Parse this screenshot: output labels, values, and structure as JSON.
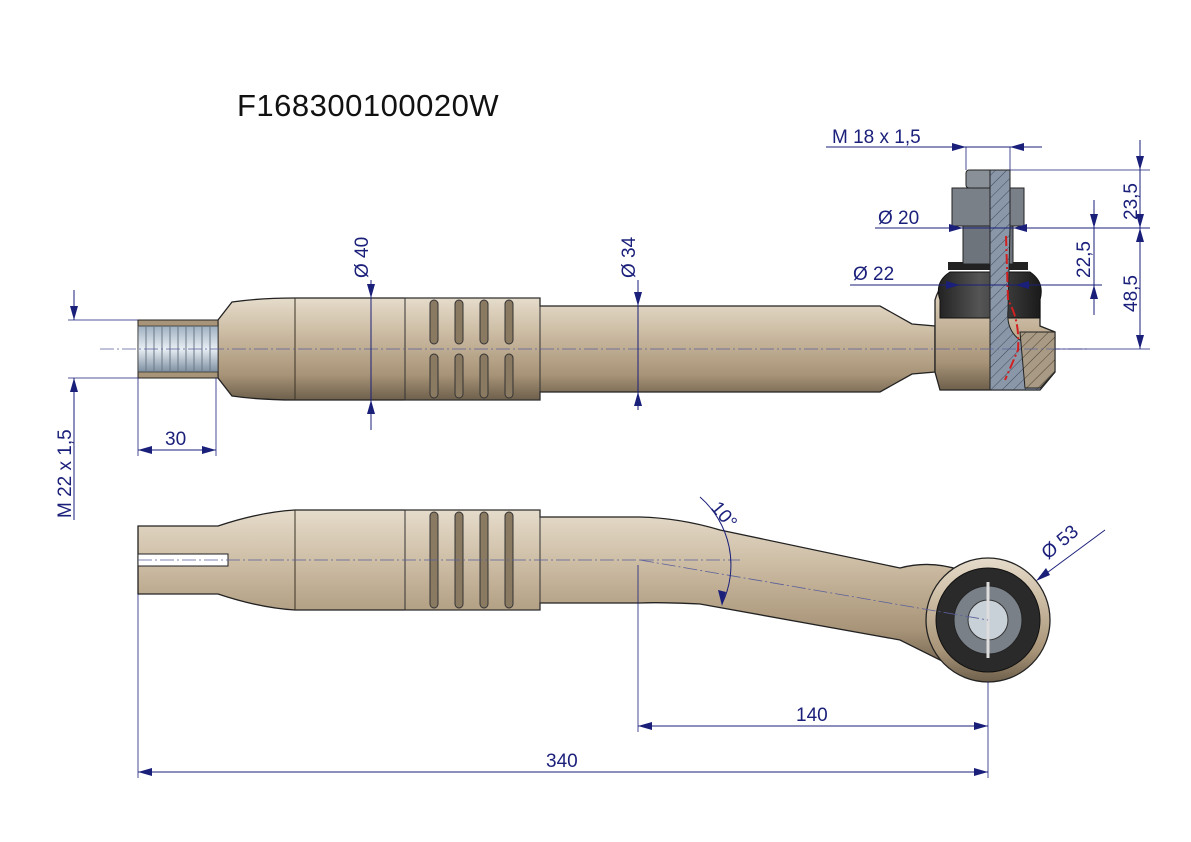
{
  "part_number": "F168300100020W",
  "dimensions": {
    "stud_thread": "M 18  x 1,5",
    "stud_diameter_upper": "Ø  20",
    "stud_diameter_lower": "Ø  22",
    "stud_length_top": "23,5",
    "stud_length_mid": "22,5",
    "stud_height_to_axis": "48,5",
    "grip_diameter": "Ø 40",
    "shaft_diameter": "Ø 34",
    "rod_thread": "M 22  x 1,5",
    "thread_length": "30",
    "bend_angle": "10°",
    "eye_diameter": "Ø 53",
    "eye_offset": "140",
    "overall_length": "340"
  },
  "colors": {
    "dimension": "#1a1f7a",
    "metal": "#c4b39a",
    "section_line": "#d02020"
  }
}
